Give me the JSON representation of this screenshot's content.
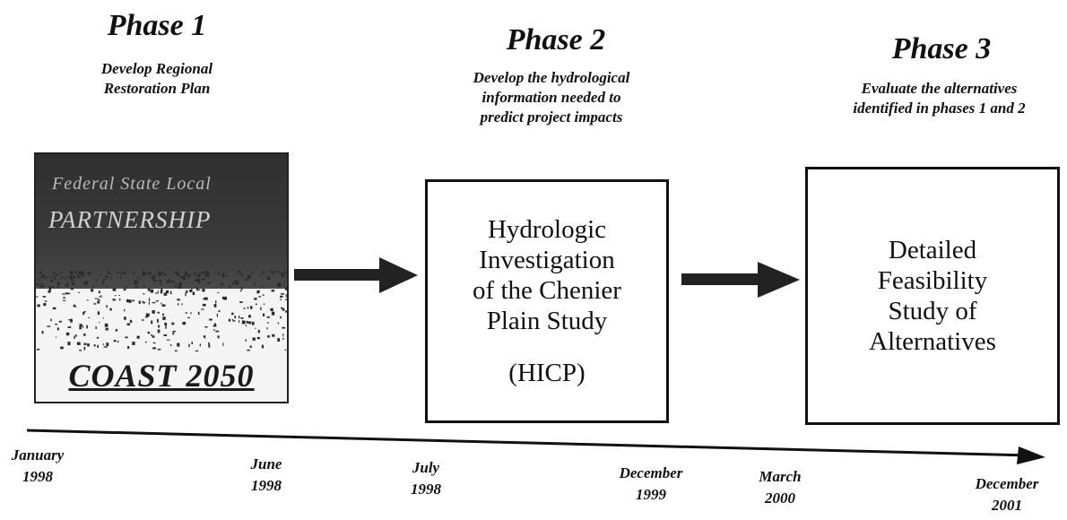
{
  "phases": [
    {
      "title": "Phase 1",
      "description": [
        "Develop Regional",
        "Restoration Plan"
      ]
    },
    {
      "title": "Phase 2",
      "description": [
        "Develop the hydrological",
        "information needed to",
        "predict project impacts"
      ]
    },
    {
      "title": "Phase 3",
      "description": [
        "Evaluate the alternatives",
        "identified in phases 1 and 2"
      ]
    }
  ],
  "cover": {
    "small_text": "Federal  State  Local",
    "partnership": "PARTNERSHIP",
    "title": "COAST 2050"
  },
  "boxes": {
    "phase2": [
      "Hydrologic",
      "Investigation",
      "of the Chenier",
      "Plain Study",
      "",
      "(HICP)"
    ],
    "phase3": [
      "Detailed",
      "Feasibility",
      "Study of",
      "Alternatives"
    ]
  },
  "timeline": {
    "dates": [
      [
        "January",
        "1998"
      ],
      [
        "June",
        "1998"
      ],
      [
        "July",
        "1998"
      ],
      [
        "December",
        "1999"
      ],
      [
        "March",
        "2000"
      ],
      [
        "December",
        "2001"
      ]
    ]
  }
}
